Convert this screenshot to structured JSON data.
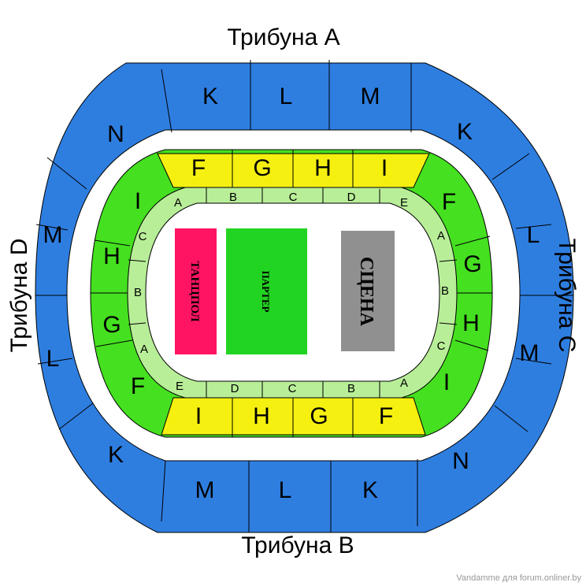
{
  "tribunes": {
    "a": "Трибуна A",
    "b": "Трибуна B",
    "c": "Трибуна C",
    "d": "Трибуна D"
  },
  "outer_sectors": {
    "top": [
      "K",
      "L",
      "M"
    ],
    "bottom": [
      "M",
      "L",
      "K"
    ],
    "left": [
      "N",
      "M",
      "L",
      "K"
    ],
    "right": [
      "K",
      "L",
      "M",
      "N"
    ]
  },
  "upper_sectors": {
    "top": [
      "F",
      "G",
      "H",
      "I"
    ],
    "bottom": [
      "I",
      "H",
      "G",
      "F"
    ],
    "left": [
      "I",
      "H",
      "G",
      "F"
    ],
    "right": [
      "F",
      "G",
      "H",
      "I"
    ]
  },
  "ring_sectors": {
    "top": [
      "A",
      "B",
      "C",
      "D",
      "E"
    ],
    "bottom": [
      "E",
      "D",
      "C",
      "B",
      "A"
    ],
    "left": [
      "C",
      "B",
      "A"
    ],
    "right": [
      "A",
      "B",
      "C"
    ]
  },
  "floor": {
    "dance": "ТАНЦПОЛ",
    "parterre": "ПАРТЕР",
    "stage": "СЦЕНА"
  },
  "colors": {
    "outer": "#2e7ee0",
    "upper_side": "#45e020",
    "upper_end": "#f5f010",
    "dance": "#ff1464",
    "parterre": "#22d422",
    "stage": "#909090"
  },
  "credit": "Vandamme для forum.onliner.by"
}
